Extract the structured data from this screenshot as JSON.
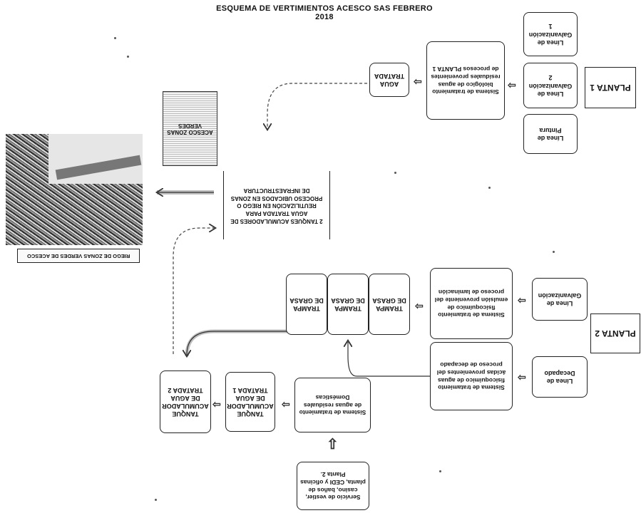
{
  "title": "ESQUEMA DE VERTIMIENTOS ACESCO SAS FEBRERO 2018",
  "planta1": {
    "label": "PLANTA 1",
    "lines": [
      "Línea de Galvanización 1",
      "Línea de Galvanización 2",
      "Línea de Pintura"
    ],
    "system": "Sistema de tratamiento biológico de aguas residuales provenientes de procesos PLANTA 1",
    "output": "AGUA TRATADA"
  },
  "sign_text": "ACESCO ZONAS VERDES",
  "photo_caption": "RIEGO DE ZONAS VERDES DE ACESCO",
  "tank_main": "2 TANQUES ACUMULADORES DE AGUA TRATADA PARA REUTILIZACIÓN EN RIEGO O PROCESO UBICADOS EN ZONAS DE INFRAESTRUCTURA",
  "planta2": {
    "label": "PLANTA 2",
    "lines": [
      "Línea de Galvanización",
      "Línea de Decapado"
    ],
    "system_a": "Sistema de tratamiento fisicoquímico de emulsión proveniente del proceso de laminación",
    "system_b": "Sistema de tratamiento fisicoquímico de aguas ácidas provenientes del proceso de decapado",
    "traps": [
      "TRAMPA DE GRASA",
      "TRAMPA DE GRASA",
      "TRAMPA DE GRASA"
    ],
    "domestic": "Sistema de tratamiento de aguas residuales Domésticas",
    "tank1": "TANQUE ACUMULADOR DE AGUA TRATADA 1",
    "tank2": "TANQUE ACUMULADOR DE AGUA TRATADA 2",
    "services": "Servicio de vestier, casino, baños de planta, CEDI y oficinas Planta 2."
  }
}
